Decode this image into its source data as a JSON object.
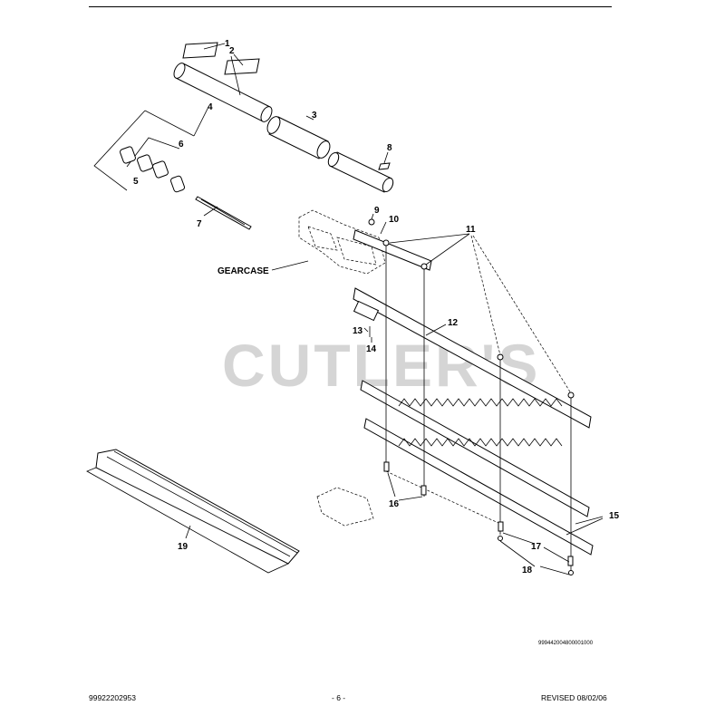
{
  "watermark": "CUTLER'S",
  "gearcase_label": "GEARCASE",
  "callouts": {
    "c1": "1",
    "c2": "2",
    "c3": "3",
    "c4": "4",
    "c5": "5",
    "c6": "6",
    "c7": "7",
    "c8": "8",
    "c9": "9",
    "c10": "10",
    "c11": "11",
    "c12": "12",
    "c13": "13",
    "c14": "14",
    "c15": "15",
    "c16": "16",
    "c17": "17",
    "c18": "18",
    "c19": "19"
  },
  "part_code": "999442004800001000",
  "footer": {
    "doc_number": "99922202953",
    "page_number": "- 6 -",
    "revised": "REVISED 08/02/06"
  }
}
